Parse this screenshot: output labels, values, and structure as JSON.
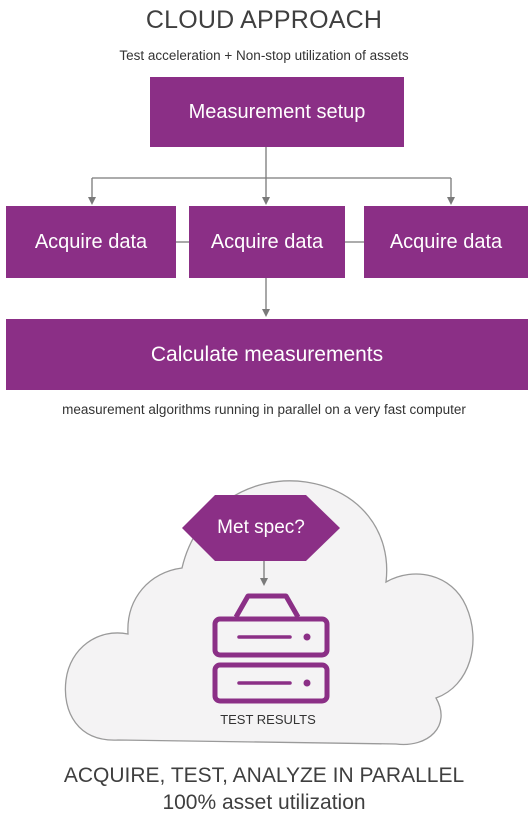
{
  "diagram": {
    "title": "CLOUD APPROACH",
    "subtitle": "Test acceleration + Non-stop utilization of assets",
    "setup_box": "Measurement setup",
    "acquire_boxes": [
      "Acquire data",
      "Acquire data",
      "Acquire data"
    ],
    "calculate_box": "Calculate measurements",
    "calculate_note": "measurement algorithms running in parallel on a very fast computer",
    "decision": "Met spec?",
    "results_label": "TEST RESULTS",
    "footer_line1": "ACQUIRE, TEST, ANALYZE IN PARALLEL",
    "footer_line2": "100% asset utilization"
  },
  "colors": {
    "accent": "#8b2f86",
    "connector": "#7a7a7a",
    "cloud_fill": "#f4f3f4",
    "cloud_stroke": "#9a9a9a"
  },
  "icons": {
    "server": "server-stack-icon",
    "arrow": "arrow-down-icon"
  }
}
